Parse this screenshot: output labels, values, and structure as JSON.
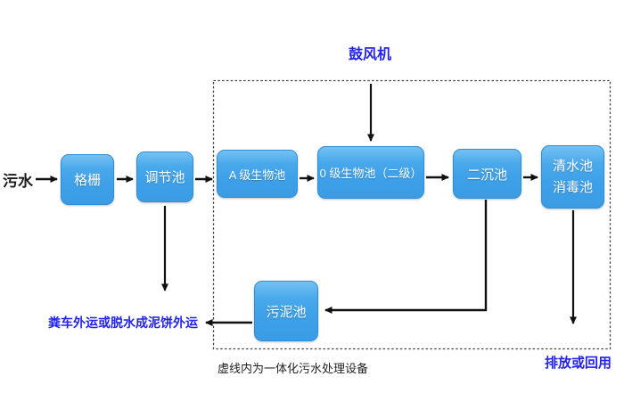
{
  "diagram": {
    "source": {
      "label": "污水"
    },
    "blower": {
      "label": "鼓风机"
    },
    "boxes": {
      "grid": {
        "label": "格栅"
      },
      "regulating": {
        "label": "调节池"
      },
      "a_bio": {
        "label": "A 级生物池"
      },
      "o_bio": {
        "label": "0 级生物池（二级）"
      },
      "secondary_sed": {
        "label": "二沉池"
      },
      "clear_water": {
        "line1": "清水池",
        "line2": "消毒池"
      },
      "sludge": {
        "label": "污泥池"
      }
    },
    "annotations": {
      "sludge_disposal": "粪车外运或脱水成泥饼外运",
      "equipment_note": "虚线内为一体化污水处理设备",
      "discharge": "排放或回用"
    },
    "colors": {
      "box_fill": "#3da0e8",
      "box_fill_top": "#74c1f3",
      "box_border": "#2e8fd8",
      "blue_text": "#2323ee",
      "black_text": "#1b1b1b",
      "arrow": "#111111"
    }
  }
}
